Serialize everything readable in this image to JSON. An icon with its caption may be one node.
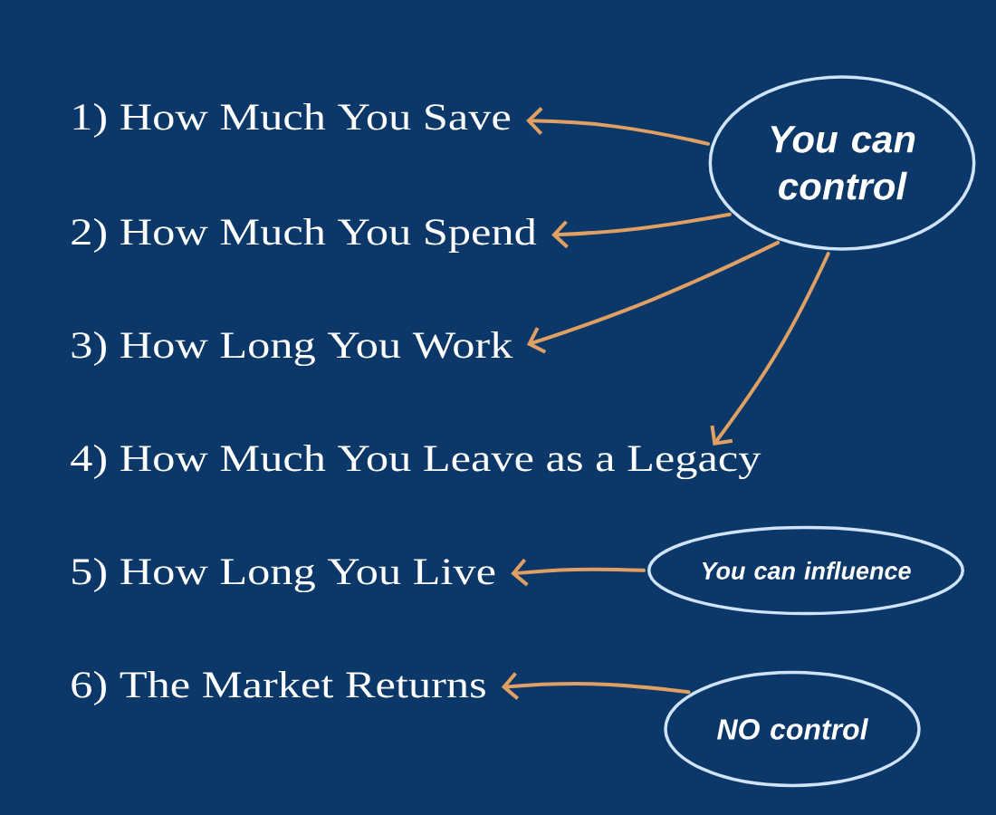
{
  "diagram": {
    "nodes": [
      {
        "text": [
          "1) How Much You Save"
        ]
      },
      {
        "text": [
          "2) How Much You Spend"
        ]
      },
      {
        "text": [
          "3) How Long You Work"
        ]
      },
      {
        "text": [
          "4) How Much You Leave as a Legacy"
        ]
      },
      {
        "text": [
          "5) How Long You Live"
        ]
      },
      {
        "text": [
          "6) The Market Returns"
        ]
      },
      {
        "text": [
          "You can control"
        ]
      },
      {
        "text": [
          "You can influence"
        ]
      },
      {
        "text": [
          "NO control"
        ]
      }
    ],
    "edges": [
      {
        "from": 6,
        "to": 0,
        "arrow": "to"
      },
      {
        "from": 6,
        "to": 1,
        "arrow": "to"
      },
      {
        "from": 6,
        "to": 2,
        "arrow": "to"
      },
      {
        "from": 6,
        "to": 3,
        "arrow": "to"
      },
      {
        "from": 7,
        "to": 4,
        "arrow": "to"
      },
      {
        "from": 8,
        "to": 5,
        "arrow": "to"
      }
    ]
  }
}
